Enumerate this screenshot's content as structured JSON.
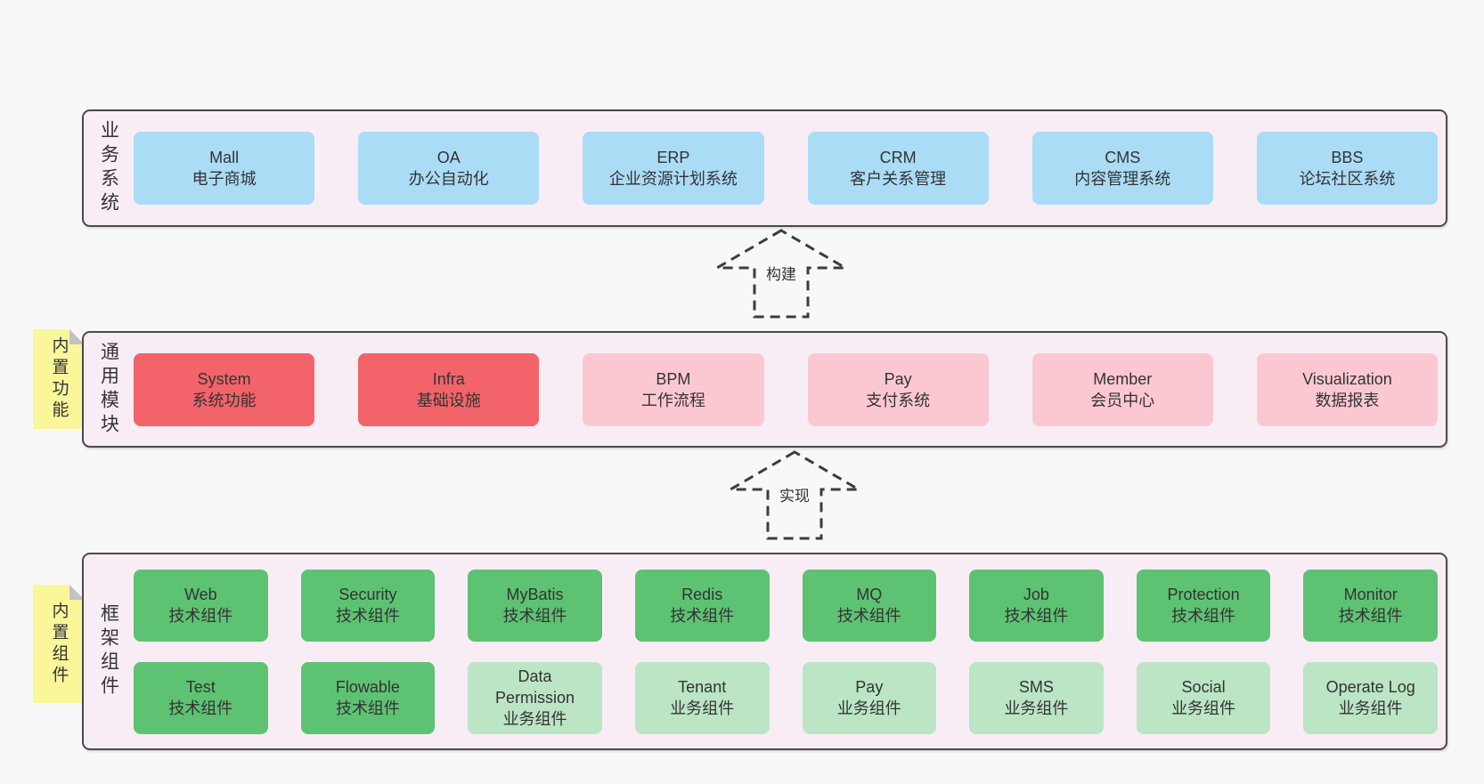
{
  "colors": {
    "page_bg": "#f8f8f8",
    "layer_fill": "#f8edf5",
    "layer_border": "#4a4a4a",
    "box_blue": "#abdcf6",
    "box_red": "#f2646a",
    "box_pink": "#fbc8d2",
    "box_green": "#5ec273",
    "box_green_light": "#bbe5c5",
    "tag_yellow": "#faf79b",
    "tag_fold_gray": "#c2c2c2",
    "text": "#333333"
  },
  "arrows": [
    {
      "label": "构建"
    },
    {
      "label": "实现"
    }
  ],
  "tags": [
    {
      "label": "内置功能"
    },
    {
      "label": "内置组件"
    }
  ],
  "layers": [
    {
      "label": "业务系统",
      "boxes": [
        {
          "name": "Mall",
          "desc": "电子商城",
          "variant": "blue"
        },
        {
          "name": "OA",
          "desc": "办公自动化",
          "variant": "blue"
        },
        {
          "name": "ERP",
          "desc": "企业资源计划系统",
          "variant": "blue"
        },
        {
          "name": "CRM",
          "desc": "客户关系管理",
          "variant": "blue"
        },
        {
          "name": "CMS",
          "desc": "内容管理系统",
          "variant": "blue"
        },
        {
          "name": "BBS",
          "desc": "论坛社区系统",
          "variant": "blue"
        }
      ]
    },
    {
      "label": "通用模块",
      "boxes": [
        {
          "name": "System",
          "desc": "系统功能",
          "variant": "red"
        },
        {
          "name": "Infra",
          "desc": "基础设施",
          "variant": "red"
        },
        {
          "name": "BPM",
          "desc": "工作流程",
          "variant": "pink"
        },
        {
          "name": "Pay",
          "desc": "支付系统",
          "variant": "pink"
        },
        {
          "name": "Member",
          "desc": "会员中心",
          "variant": "pink"
        },
        {
          "name": "Visualization",
          "desc": "数据报表",
          "variant": "pink"
        }
      ]
    },
    {
      "label": "框架组件",
      "boxes": [
        {
          "name": "Web",
          "desc": "技术组件",
          "variant": "green"
        },
        {
          "name": "Security",
          "desc": "技术组件",
          "variant": "green"
        },
        {
          "name": "MyBatis",
          "desc": "技术组件",
          "variant": "green"
        },
        {
          "name": "Redis",
          "desc": "技术组件",
          "variant": "green"
        },
        {
          "name": "MQ",
          "desc": "技术组件",
          "variant": "green"
        },
        {
          "name": "Job",
          "desc": "技术组件",
          "variant": "green"
        },
        {
          "name": "Protection",
          "desc": "技术组件",
          "variant": "green"
        },
        {
          "name": "Monitor",
          "desc": "技术组件",
          "variant": "green"
        },
        {
          "name": "Test",
          "desc": "技术组件",
          "variant": "green"
        },
        {
          "name": "Flowable",
          "desc": "技术组件",
          "variant": "green"
        },
        {
          "name": "Data Permission",
          "desc": "业务组件",
          "variant": "green-light"
        },
        {
          "name": "Tenant",
          "desc": "业务组件",
          "variant": "green-light"
        },
        {
          "name": "Pay",
          "desc": "业务组件",
          "variant": "green-light"
        },
        {
          "name": "SMS",
          "desc": "业务组件",
          "variant": "green-light"
        },
        {
          "name": "Social",
          "desc": "业务组件",
          "variant": "green-light"
        },
        {
          "name": "Operate Log",
          "desc": "业务组件",
          "variant": "green-light"
        }
      ]
    }
  ]
}
